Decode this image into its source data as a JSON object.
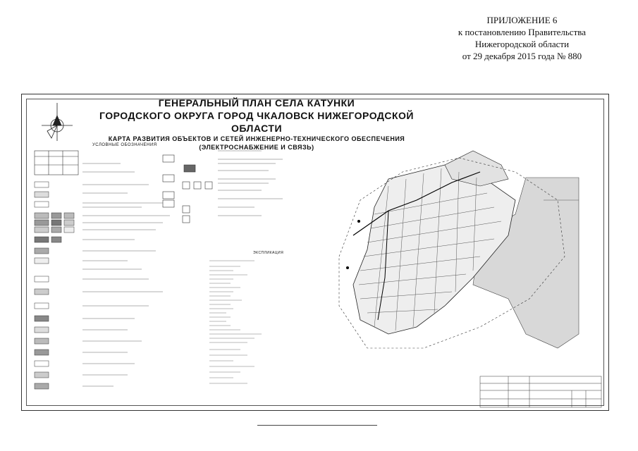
{
  "appendix": {
    "line1": "ПРИЛОЖЕНИЕ 6",
    "line2": "к постановлению Правительства",
    "line3": "Нижегородской области",
    "line4": "от 29 декабря 2015 года № 880"
  },
  "map": {
    "title_line1": "ГЕНЕРАЛЬНЫЙ ПЛАН СЕЛА КАТУНКИ",
    "title_line2": "ГОРОДСКОГО ОКРУГА ГОРОД ЧКАЛОВСК НИЖЕГОРОДСКОЙ ОБЛАСТИ",
    "title_line3": "КАРТА РАЗВИТИЯ ОБЪЕКТОВ И СЕТЕЙ ИНЖЕНЕРНО-ТЕХНИЧЕСКОГО ОБЕСПЕЧЕНИЯ",
    "title_line4": "(ЭЛЕКТРОСНАБЖЕНИЕ И СВЯЗЬ)",
    "legend_heading": "УСЛОВНЫЕ ОБОЗНАЧЕНИЯ",
    "explication_heading": "ЭКСПЛИКАЦИЯ"
  }
}
